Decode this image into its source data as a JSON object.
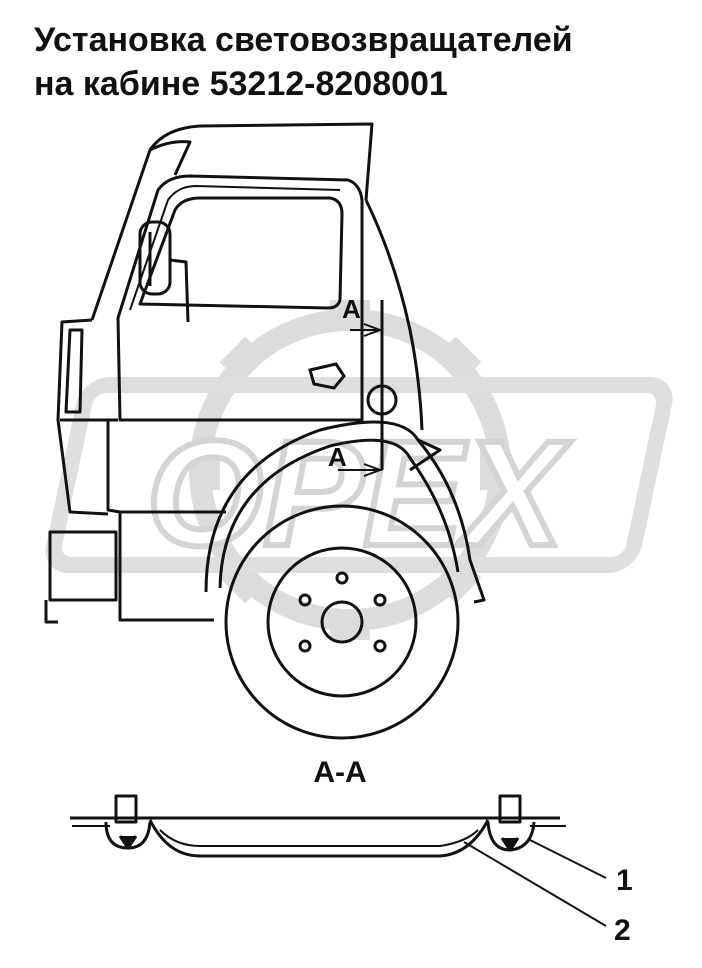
{
  "title": {
    "line1": "Установка световозвращателей",
    "line2": "на кабине 53212-8208001"
  },
  "watermark": {
    "text": "OPEX",
    "color": "#d9d9d9"
  },
  "view_marker": {
    "upper": "A",
    "lower": "A"
  },
  "section": {
    "label": "A-A"
  },
  "callouts": [
    {
      "number": "1"
    },
    {
      "number": "2"
    }
  ],
  "colors": {
    "line": "#111111",
    "background": "#ffffff",
    "watermark": "#d6d6d6"
  }
}
